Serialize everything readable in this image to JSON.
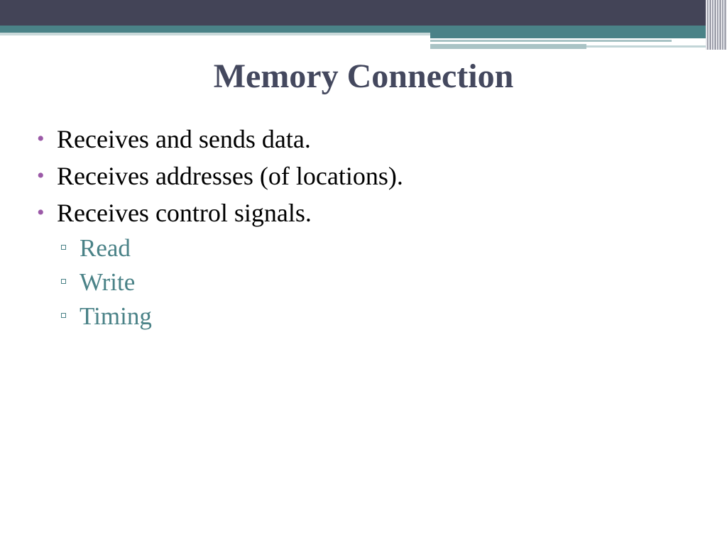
{
  "slide": {
    "title": "Memory Connection",
    "bullets": [
      {
        "text": "Receives and sends data."
      },
      {
        "text": "Receives addresses (of locations)."
      },
      {
        "text": "Receives control signals.",
        "subitems": [
          {
            "text": "Read"
          },
          {
            "text": "Write"
          },
          {
            "text": "Timing"
          }
        ]
      }
    ]
  },
  "colors": {
    "header_dark": "#434457",
    "header_teal": "#4a8287",
    "title": "#44485e",
    "bullet_marker": "#9b59a7",
    "sub_text": "#4a8287"
  }
}
